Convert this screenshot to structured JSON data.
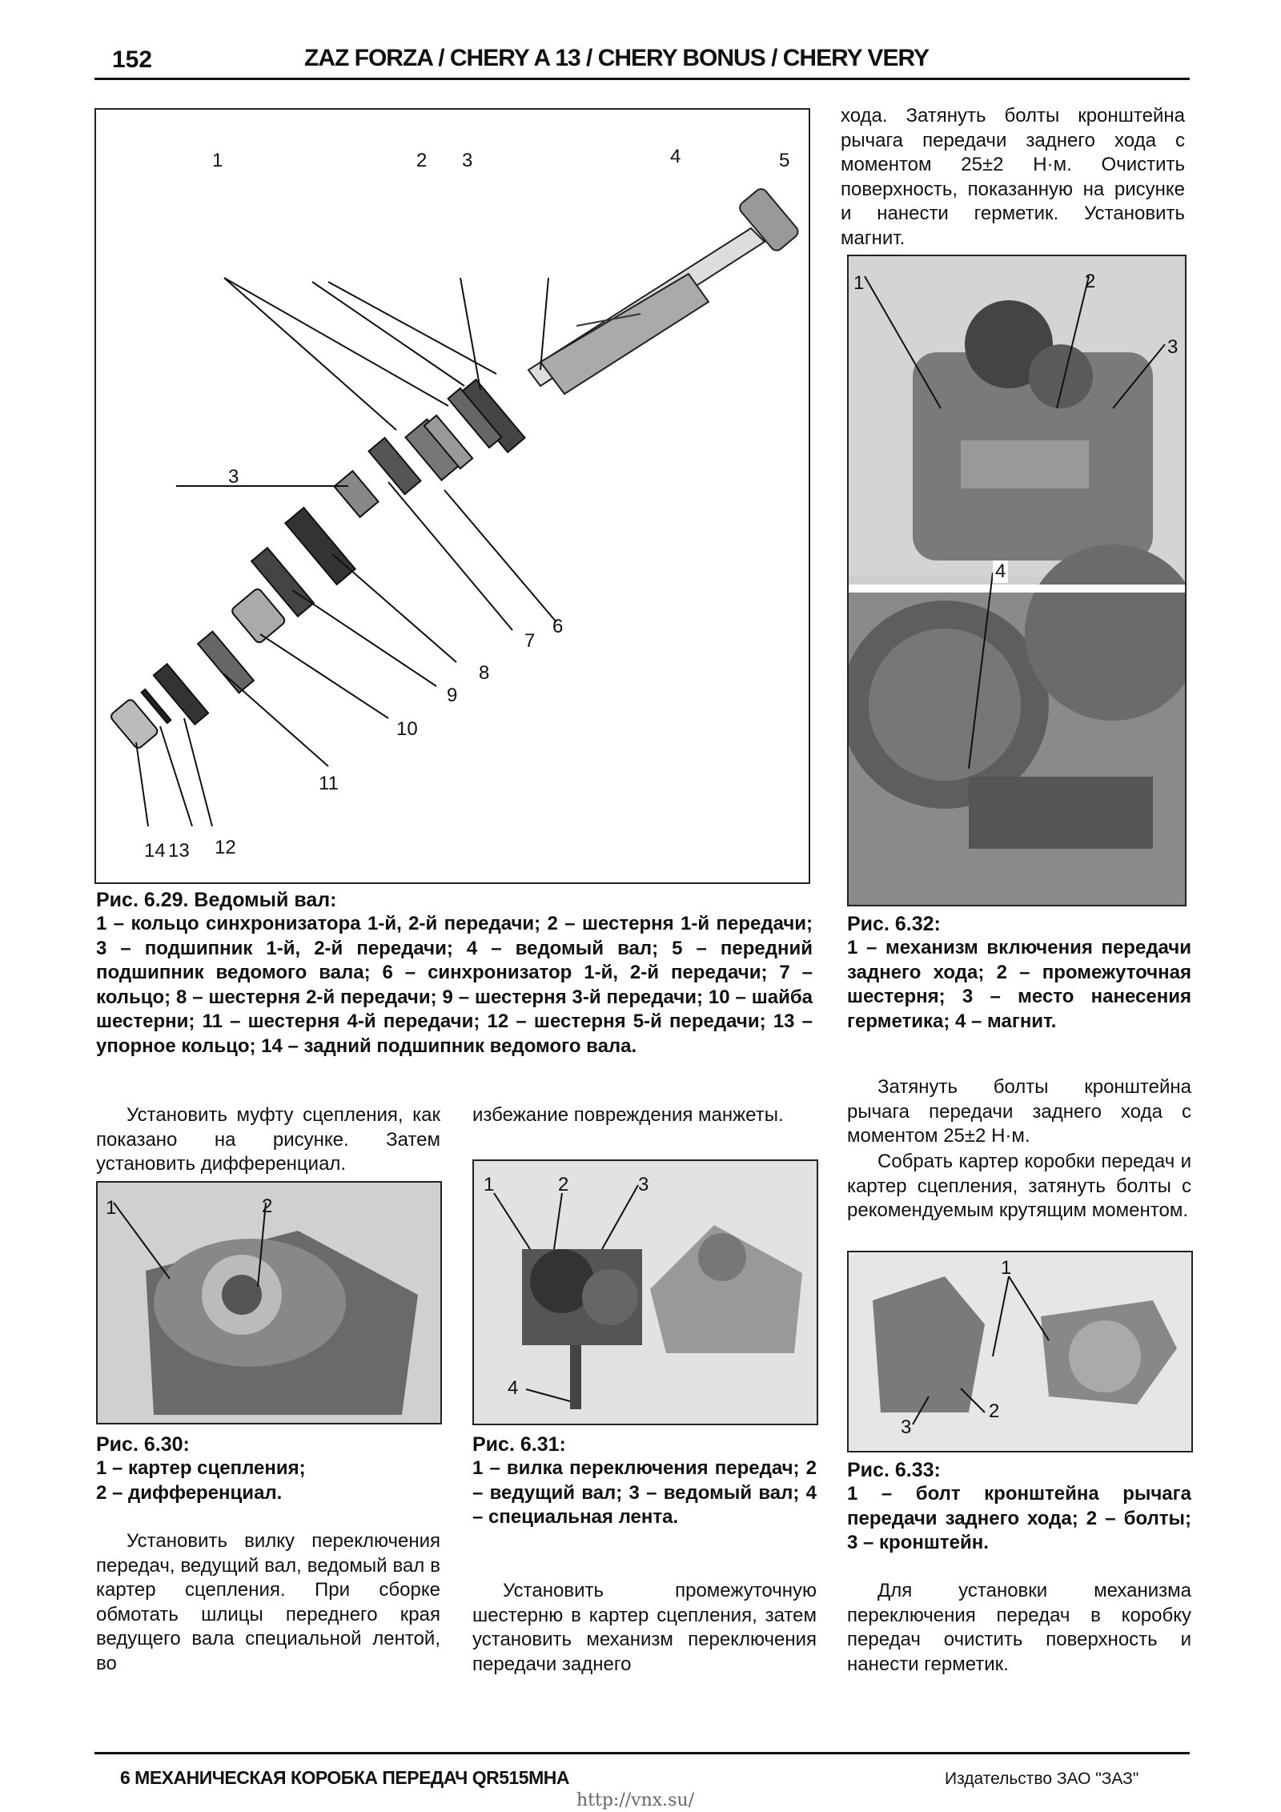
{
  "header": {
    "page_number": "152",
    "title": "ZAZ FORZA / CHERY A 13 / CHERY BONUS / CHERY VERY"
  },
  "right_top_text": "хода. Затянуть болты кронштейна рычага передачи заднего хода с моментом 25±2 Н·м. Очистить поверхность, показанную на рисунке и нанести герметик. Установить магнит.",
  "fig_6_29": {
    "callouts": [
      "1",
      "2",
      "3",
      "4",
      "5",
      "3",
      "6",
      "7",
      "8",
      "9",
      "10",
      "11",
      "12",
      "13",
      "14"
    ],
    "caption_title": "Рис. 6.29. Ведомый вал:",
    "caption_body": "1 – кольцо синхронизатора 1-й, 2-й передачи; 2 – шестерня 1-й передачи; 3 – подшипник 1-й, 2-й передачи; 4 – ведомый вал; 5 – передний подшипник ведомого вала; 6 – синхронизатор 1-й, 2-й передачи; 7 – кольцо; 8 – шестерня 2-й передачи; 9 – шестерня 3-й передачи; 10 – шайба шестерни; 11 – шестерня 4-й передачи; 12 – шестерня 5-й передачи; 13 – упорное кольцо; 14 – задний подшипник ведомого вала."
  },
  "fig_6_32": {
    "callouts": [
      "1",
      "2",
      "3",
      "4"
    ],
    "caption_title": "Рис. 6.32:",
    "caption_body": "1 – механизм включения передачи заднего хода; 2 – промежуточная шестерня; 3 – место нанесения герметика; 4 – магнит."
  },
  "right_mid_para1": "Затянуть болты кронштейна рычага передачи заднего хода с моментом 25±2 Н·м.",
  "right_mid_para2": "Собрать картер коробки передач и картер сцепления, затянуть болты с рекомендуемым крутящим моментом.",
  "left_col_para1": "Установить муфту сцепления, как показано на рисунке. Затем установить дифференциал.",
  "mid_col_para1": "избежание повреждения манжеты.",
  "fig_6_30": {
    "callouts": [
      "1",
      "2"
    ],
    "caption_title": "Рис. 6.30:",
    "caption_line1": "1 – картер сцепления;",
    "caption_line2": "2 – дифференциал."
  },
  "fig_6_31": {
    "callouts": [
      "1",
      "2",
      "3",
      "4"
    ],
    "caption_title": "Рис. 6.31:",
    "caption_body": "1 – вилка переключения передач; 2 – ведущий вал; 3 – ведомый вал; 4 – специальная лента."
  },
  "fig_6_33": {
    "callouts": [
      "1",
      "2",
      "3"
    ],
    "caption_title": "Рис. 6.33:",
    "caption_body": "1 – болт кронштейна рычага передачи заднего хода; 2 – болты; 3 – кронштейн."
  },
  "left_col_para2": "Установить вилку переключения передач, ведущий вал, ведомый вал в картер сцепления. При сборке обмотать шлицы переднего края ведущего вала специальной лентой, во",
  "mid_col_para2": "Установить промежуточную шестерню в картер сцепления, затем установить механизм переключения передачи заднего",
  "right_col_para3": "Для установки механизма переключения передач в коробку передач очистить поверхность и нанести герметик.",
  "footer": {
    "section": "6 МЕХАНИЧЕСКАЯ КОРОБКА ПЕРЕДАЧ QR515MHA",
    "publisher": "Издательство ЗАО \"ЗАЗ\"",
    "url": "http://vnx.su/"
  }
}
